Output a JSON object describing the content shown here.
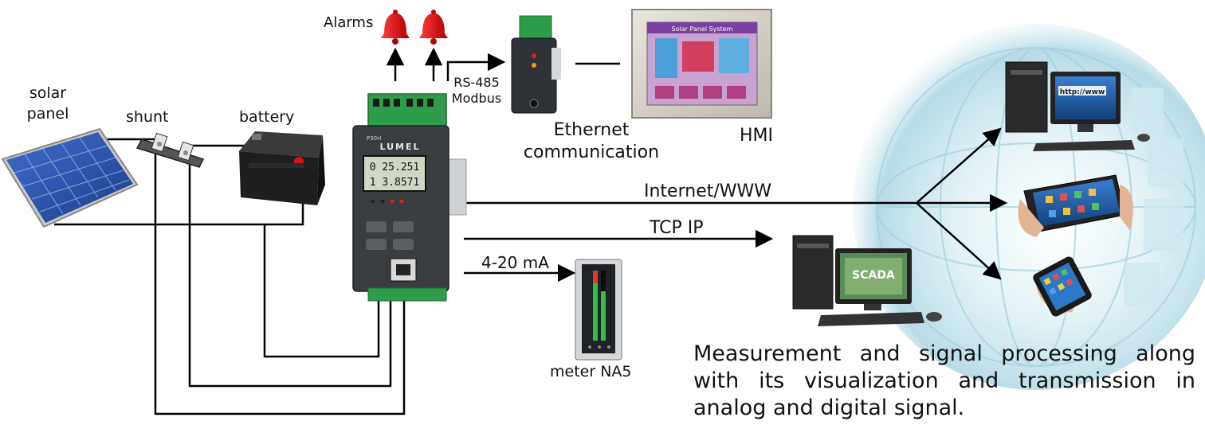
{
  "labels": {
    "alarms": "Alarms",
    "solar_panel": "solar\npanel",
    "shunt": "shunt",
    "battery": "battery",
    "rs485": "RS-485\nModbus",
    "ethernet": "Ethernet\ncommunication",
    "hmi": "HMI",
    "internet": "Internet/WWW",
    "tcpip": "TCP IP",
    "current_loop": "4-20 mA",
    "meter": "meter NA5",
    "scada": "SCADA"
  },
  "device": {
    "brand": "LUMEL",
    "model": "P30H",
    "display_line1": "0 25.251",
    "display_line2": "1 3.8571"
  },
  "hmi_screen_title": "Solar Panel System",
  "browser_url": "http://www",
  "caption": "Measurement and signal processing along with its visualization and transmission in analog and digital signal.",
  "colors": {
    "alarm": "#d40000",
    "line": "#000000",
    "device_body": "#3a3d40",
    "terminal": "#2e9d4a",
    "solar_cell": "#2f56b0",
    "globe_bg": "#bfe0ea"
  }
}
